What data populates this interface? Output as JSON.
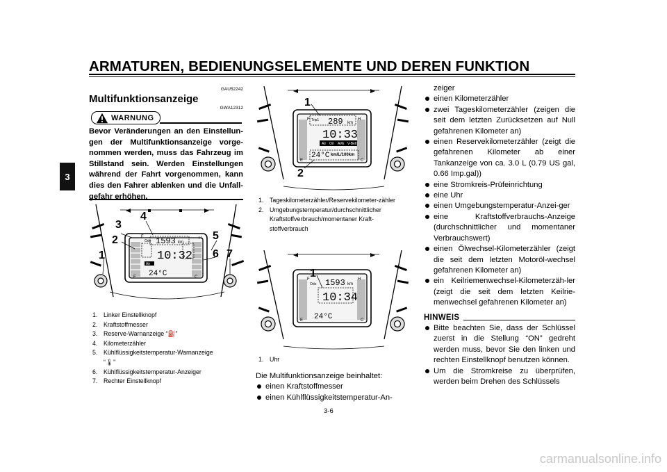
{
  "header": {
    "title": "ARMATUREN, BEDIENUNGSELEMENTE UND DEREN FUNKTION"
  },
  "chapter_tab": "3",
  "page_number": "3-6",
  "watermark": "carmanualsonline.info",
  "left_column": {
    "section_code": "GAU52242",
    "section_title": "Multifunktionsanzeige",
    "warning_code": "GWA12312",
    "warning_label": "WARNUNG",
    "warning_text": "Bevor Veränderungen an den Einstellun-gen der Multifunktionsanzeige vorge-nommen werden, muss das Fahrzeug im Stillstand sein. Werden Einstellungen während der Fahrt vorgenommen, kann dies den Fahrer ablenken und die Unfall-gefahr erhöhen.",
    "figure1": {
      "callouts": [
        "1",
        "2",
        "3",
        "4",
        "5",
        "6",
        "7"
      ],
      "display": {
        "odo_label": "Odo",
        "odo_value": "1593",
        "unit": "km",
        "clock": "10:32",
        "temp": "24°C",
        "air": "Air",
        "f": "F",
        "e": "E",
        "h": "H",
        "c": "C"
      }
    },
    "figure1_captions": [
      {
        "n": "1.",
        "text": "Linker Einstellknopf"
      },
      {
        "n": "2.",
        "text": "Kraftstoffmesser"
      },
      {
        "n": "3.",
        "text": "Reserve-Warnanzeige “⛽”"
      },
      {
        "n": "4.",
        "text": "Kilometerzähler"
      },
      {
        "n": "5.",
        "text": "Kühlflüssigkeitstemperatur-Warnanzeige"
      },
      {
        "n": "",
        "text": "“🌡”"
      },
      {
        "n": "6.",
        "text": "Kühlflüssigkeitstemperatur-Anzeiger"
      },
      {
        "n": "7.",
        "text": "Rechter Einstellknopf"
      }
    ]
  },
  "middle_column": {
    "figure2": {
      "callouts": [
        "1",
        "2"
      ],
      "display": {
        "trip_label": "Trip1",
        "trip_value": "289",
        "unit": "km",
        "clock": "10:33",
        "temp": "24°C",
        "consumption_unit": "km/L/100km",
        "tabs": [
          "Air",
          "Oil",
          "AVE",
          "V-Belt"
        ],
        "f": "F",
        "e": "E",
        "h": "H",
        "c": "C"
      }
    },
    "figure2_captions": [
      {
        "n": "1.",
        "text": "Tageskilometerzähler/Reservekilometer-zähler"
      },
      {
        "n": "2.",
        "text": "Umgebungstemperatur/durchschnittlicher Kraftstoffverbrauch/momentaner Kraft-stoffverbrauch"
      }
    ],
    "figure3": {
      "callouts": [
        "1"
      ],
      "display": {
        "odo_label": "Odo",
        "odo_value": "1593",
        "unit": "km",
        "clock": "10:34",
        "temp": "24°C",
        "f": "F",
        "e": "E",
        "h": "H",
        "c": "C"
      }
    },
    "figure3_captions": [
      {
        "n": "1.",
        "text": "Uhr"
      }
    ],
    "intro": "Die Multifunktionsanzeige beinhaltet:",
    "bullets": [
      "einen Kraftstoffmesser",
      "einen Kühlflüssigkeitstemperatur-An-"
    ]
  },
  "right_column": {
    "continuation": "zeiger",
    "bullets": [
      "einen Kilometerzähler",
      "zwei Tageskilometerzähler (zeigen die seit dem letzten Zurücksetzen auf Null gefahrenen Kilometer an)",
      "einen Reservekilometerzähler (zeigt die gefahrenen Kilometer ab einer Tankanzeige von ca. 3.0 L (0.79 US gal, 0.66 Imp.gal))",
      "eine Stromkreis-Prüfeinrichtung",
      "eine Uhr",
      "einen Umgebungstemperatur-Anzei-ger",
      "eine Kraftstoffverbrauchs-Anzeige (durchschnittlicher und momentaner Verbrauchswert)",
      "einen Ölwechsel-Kilometerzähler (zeigt die seit dem letzten Motoröl-wechsel gefahrenen Kilometer an)",
      "ein Keilriemenwechsel-Kilometerzäh-ler (zeigt die seit dem letzten Keilrie-menwechsel gefahrenen Kilometer an)"
    ],
    "hinweis_label": "HINWEIS",
    "hinweis_bullets": [
      "Bitte beachten Sie, dass der Schlüssel zuerst in die Stellung “ON” gedreht werden muss, bevor Sie den linken und rechten Einstellknopf benutzen können.",
      "Um die Stromkreise zu überprüfen, werden beim Drehen des Schlüssels"
    ]
  }
}
